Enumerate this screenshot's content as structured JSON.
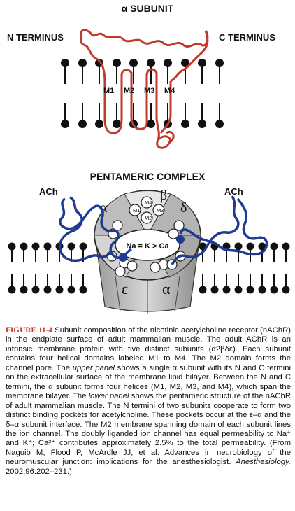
{
  "upper_panel": {
    "title": "α SUBUNIT",
    "n_terminus": "N TERMINUS",
    "c_terminus": "C TERMINUS",
    "domains": [
      "M1",
      "M2",
      "M3",
      "M4"
    ]
  },
  "lower_panel": {
    "title": "PENTAMERIC COMPLEX",
    "ach_left": "ACh",
    "ach_right": "ACh",
    "subunits_top": [
      "α",
      "β",
      "δ"
    ],
    "subunits_bottom": [
      "ε",
      "α"
    ],
    "center_domains": [
      "M4",
      "M1",
      "M2",
      "M3"
    ],
    "pore_label": "Na = K > Ca"
  },
  "caption": {
    "lead": "FIGURE 11-4",
    "segments": [
      {
        "t": " Subunit composition of the nicotinic acetylcholine receptor (nAChR) in the endplate surface of adult mammalian muscle. The adult AChR is an intrinsic membrane protein with five distinct subunits (α2βδε). Each subunit contains four helical domains labeled M1 to M4. The M2 domain forms the channel pore. The ",
        "i": false
      },
      {
        "t": "upper panel",
        "i": true
      },
      {
        "t": " shows a single α subunit with its N and C termini on the extracellular surface of the membrane lipid bilayer. Between the N and C termini, the α subunit forms four helices (M1, M2, M3, and M4), which span the membrane bilayer. The ",
        "i": false
      },
      {
        "t": "lower panel",
        "i": true
      },
      {
        "t": " shows the pentameric structure of the nAChR of adult mammalian muscle. The N termini of two subunits cooperate to form two distinct binding pockets for acetylcholine. These pockets occur at the ε–α and the δ–α subunit interface. The M2 membrane spanning domain of each subunit lines the ion channel. The doubly liganded ion channel has equal permeability to Na⁺ and K⁺; Ca²⁺ contributes approximately 2.5% to the total permeability. (From Naguib M, Flood P, McArdle JJ, et al. Advances in neurobiology of the neuromuscular junction: implications for the anesthesiologist. ",
        "i": false
      },
      {
        "t": "Anesthesiology.",
        "i": true
      },
      {
        "t": " 2002;96:202–231.)",
        "i": false
      }
    ]
  },
  "colors": {
    "protein_upper": "#c0392b",
    "protein_lower": "#1f3a93",
    "caption_lead": "#c0392b"
  }
}
